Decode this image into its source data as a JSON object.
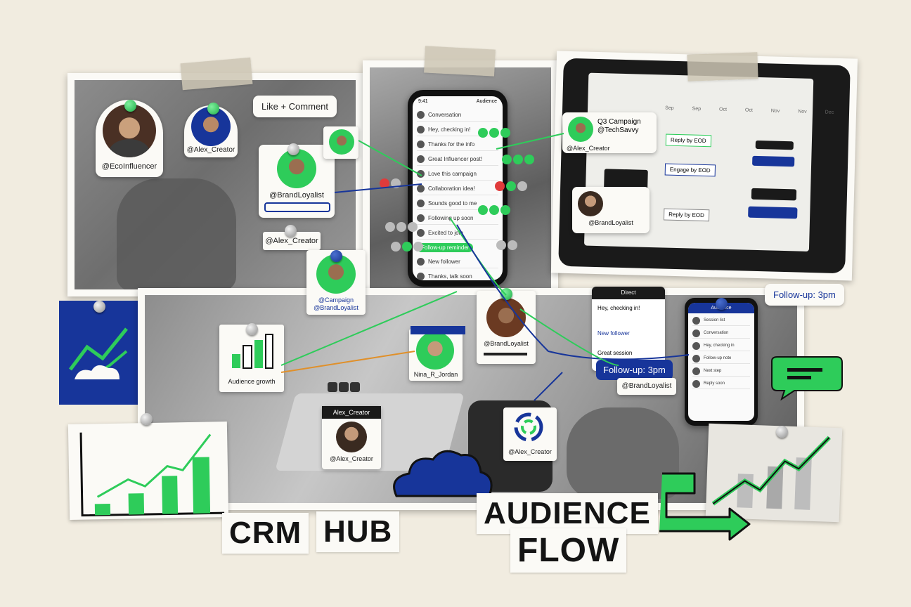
{
  "colors": {
    "paper": "#f1ece0",
    "accent_green": "#2ecc5a",
    "accent_blue": "#17359a",
    "ink": "#141414"
  },
  "handles": {
    "eco_influencer": "@EcoInfluencer",
    "alex_creator_top": "@Alex_Creator",
    "brand_loyalist_top": "@BrandLoyalist",
    "alex_creator_pin": "@Alex_Creator",
    "campaign_card": "@Campaign @BrandLoyalist",
    "alex_creator_tablet": "@Alex_Creator",
    "alex_creator_bottom": "@Alex_Creator",
    "brand_loyalist_mid": "@BrandLoyalist",
    "brand_loyalist_right": "@BrandLoyalist",
    "alex_creator_phone": "@Alex_Creator"
  },
  "bubbles": {
    "like_comment": "Like + Comment",
    "follow_up_right": "Follow-up: 3pm",
    "follow_up_mid": "Follow-up: 3pm"
  },
  "phone_main": {
    "header": "Audience",
    "status": "9:41",
    "messages": [
      "Conversation",
      "Hey, checking in!",
      "Thanks for the info",
      "Great Influencer post!",
      "Love this campaign",
      "Collaboration idea!",
      "Sounds good to me",
      "Following up soon",
      "Excited to join",
      "New follower",
      "Thanks, talk soon"
    ],
    "highlight": "Follow-up reminder"
  },
  "tablet": {
    "campaign_label": "Q3 Campaign @TechSavvy",
    "nodes": [
      "Reply by EOD",
      "Engage by EOD",
      "Reply by EOD"
    ],
    "columns": [
      "Sep",
      "Sep",
      "Oct",
      "Oct",
      "Nov",
      "Nov",
      "Dec"
    ]
  },
  "phone_right": {
    "header": "Audience",
    "messages": [
      "Session list",
      "Conversation",
      "Hey, checking in",
      "Follow-up note",
      "Next step",
      "Reply soon"
    ]
  },
  "chat_panel": {
    "header": "Direct",
    "messages": [
      "Hey, checking in!",
      "New follower",
      "Great session"
    ]
  },
  "bottom_cards": {
    "chart_caption": "Audience growth",
    "woman_caption": "Nina_R_Jordan",
    "creator_header": "Alex_Creator"
  },
  "titles": {
    "crm": "CRM",
    "hub": "HUB",
    "audience": "AUDIENCE",
    "flow": "FLOW"
  }
}
